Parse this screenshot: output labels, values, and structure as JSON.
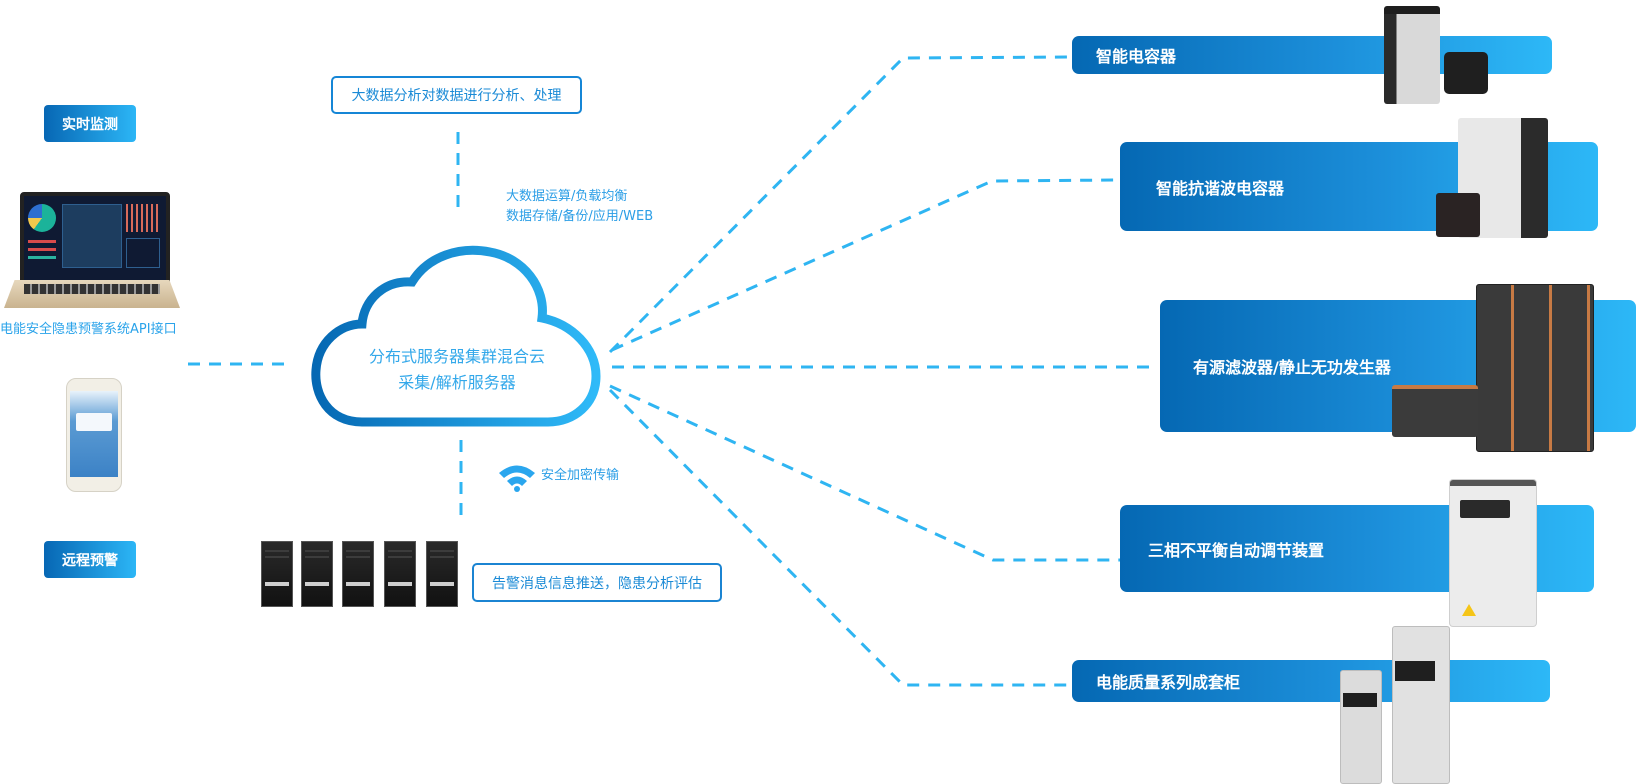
{
  "left": {
    "realtime_label": "实时监测",
    "api_label": "电能安全隐患预警系统API接口",
    "remote_label": "远程预警"
  },
  "center": {
    "bigdata_box": "大数据分析对数据进行分析、处理",
    "compute_lines": [
      "大数据运算/负载均衡",
      "数据存储/备份/应用/WEB"
    ],
    "cloud_lines": [
      "分布式服务器集群混合云",
      "采集/解析服务器"
    ],
    "secure_label": "安全加密传输",
    "alert_box": "告警消息信息推送，隐患分析评估"
  },
  "products": [
    {
      "label": "智能电容器"
    },
    {
      "label": "智能抗谐波电容器"
    },
    {
      "label": "有源滤波器/静止无功发生器"
    },
    {
      "label": "三相不平衡自动调节装置"
    },
    {
      "label": "电能质量系列成套柜"
    }
  ],
  "colors": {
    "line": "#2fb5f2",
    "gradient_start": "#0568b3",
    "gradient_end": "#2db8f7",
    "text_blue": "#2b9ee6"
  }
}
